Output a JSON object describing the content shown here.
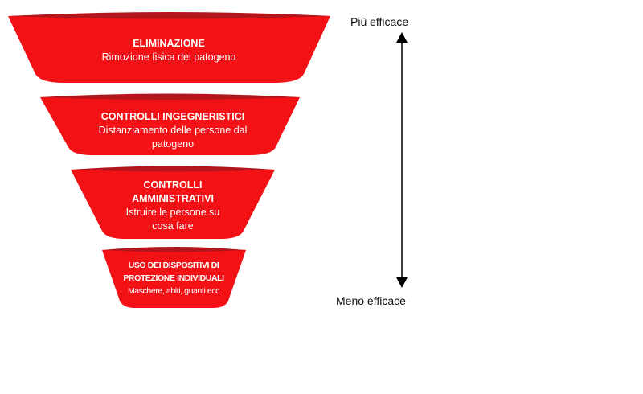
{
  "colors": {
    "fill": "#f21114",
    "rim": "#b3151c",
    "arrow": "#000000"
  },
  "levels": [
    {
      "title": "ELIMINAZIONE",
      "description": "Rimozione fisica del patogeno"
    },
    {
      "title": "CONTROLLI INGEGNERISTICI",
      "description": "Distanziamento delle persone dal patogeno"
    },
    {
      "title": "CONTROLLI AMMINISTRATIVI",
      "description": "Istruire le persone su cosa fare"
    },
    {
      "title": "USO DEI DISPOSITIVI DI PROTEZIONE INDIVIDUALI",
      "description": "Maschere, abiti, guanti ecc"
    }
  ],
  "scale": {
    "top_label": "Più efficace",
    "bottom_label": "Meno efficace"
  }
}
